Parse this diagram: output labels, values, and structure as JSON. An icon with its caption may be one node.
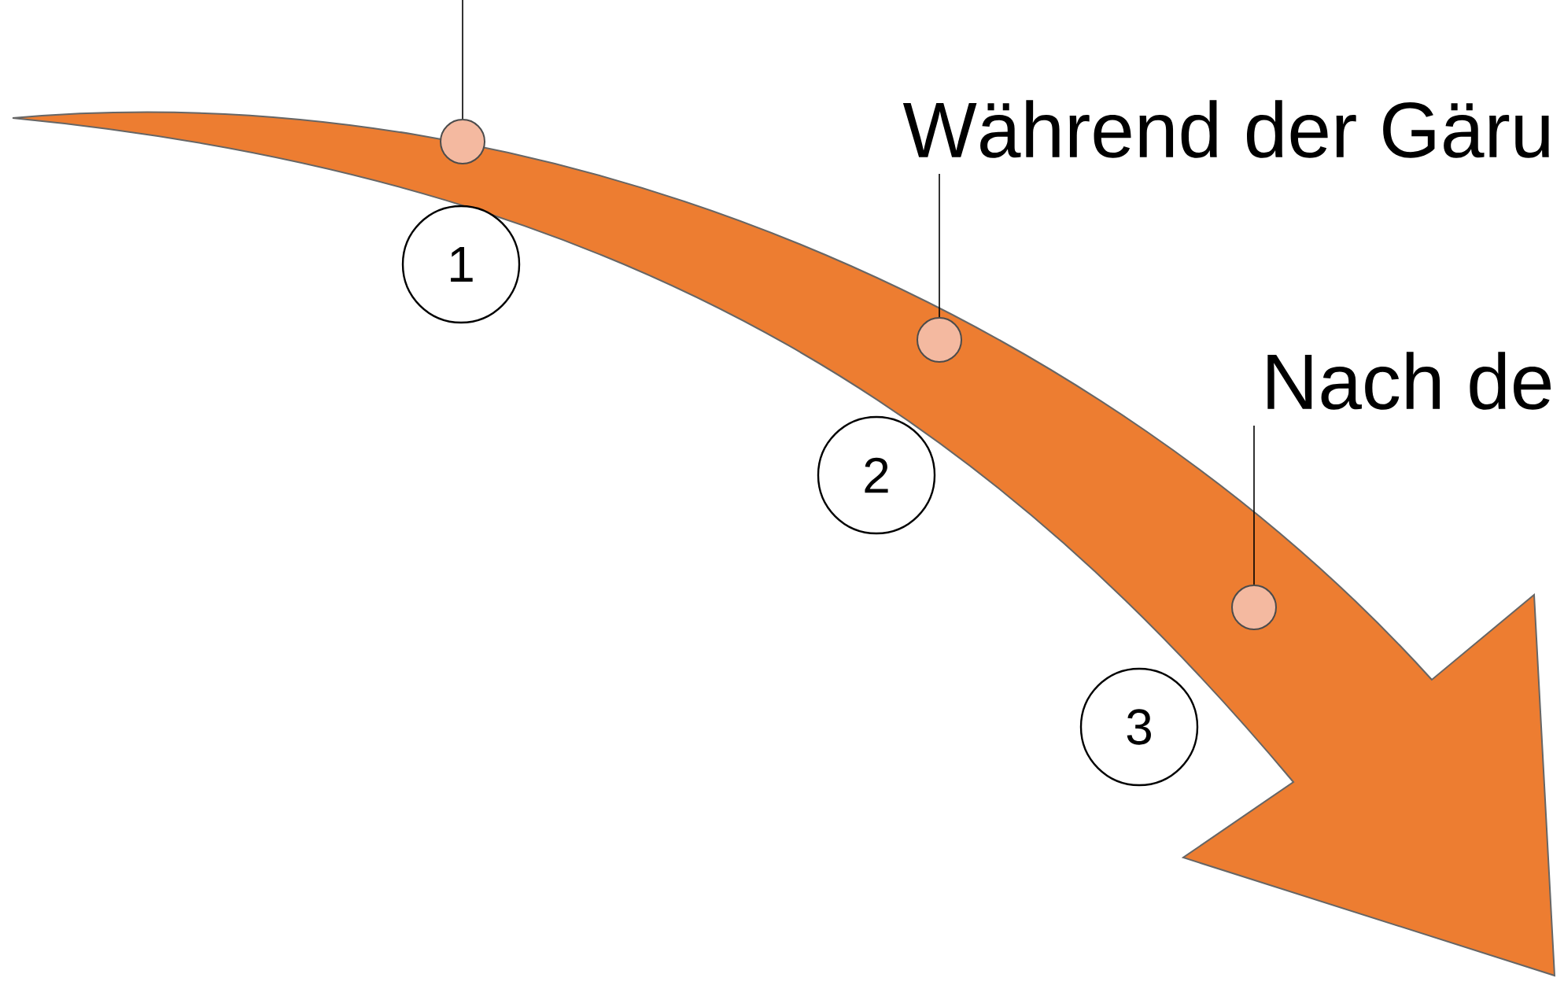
{
  "diagram": {
    "nodes": [
      {
        "text": [
          "Während der Gäru"
        ]
      },
      {
        "text": [
          "Nach de"
        ]
      },
      {
        "text": [],
        "shape": "circle"
      },
      {
        "text": [],
        "shape": "circle"
      },
      {
        "text": [],
        "shape": "circle"
      },
      {
        "text": [
          "1"
        ]
      },
      {
        "text": [
          "2"
        ]
      },
      {
        "text": [
          "3"
        ]
      }
    ],
    "edges": [
      {
        "from": null,
        "to": 2,
        "arrow": "none"
      },
      {
        "from": 0,
        "to": 3,
        "arrow": "none"
      },
      {
        "from": 1,
        "to": 4,
        "arrow": "none"
      }
    ]
  }
}
